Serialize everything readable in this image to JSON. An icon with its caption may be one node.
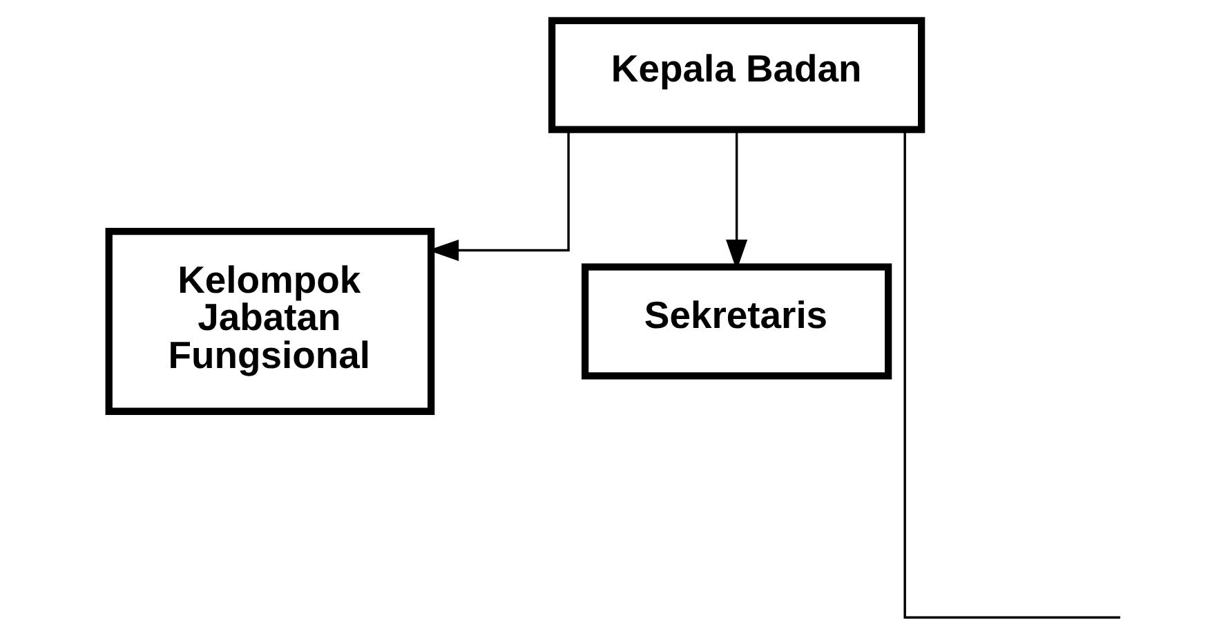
{
  "diagram": {
    "nodes": [
      {
        "text": [
          "Kepala Badan"
        ]
      },
      {
        "text": [
          "Kelompok Jabatan Fungsional"
        ]
      },
      {
        "text": [
          "Sekretaris"
        ]
      }
    ],
    "edges": [
      {
        "from": 0,
        "to": 1,
        "arrow": "to"
      },
      {
        "from": 0,
        "to": 2,
        "arrow": "to"
      },
      {
        "from": 0,
        "to": null,
        "arrow": "none"
      }
    ]
  }
}
